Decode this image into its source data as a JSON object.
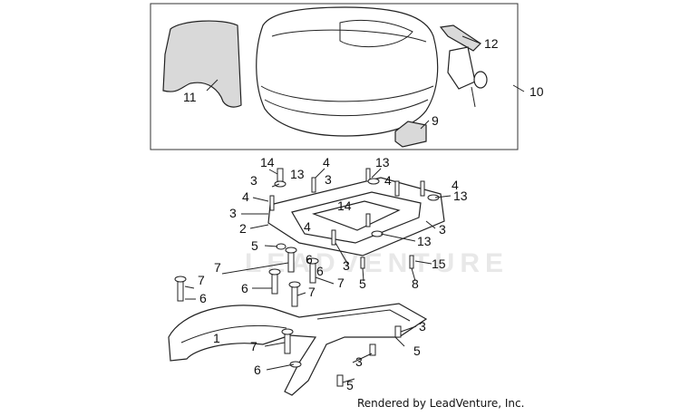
{
  "diagram": {
    "watermark": "LEADVENTURE",
    "credit": "Rendered by LeadVenture, Inc.",
    "callouts": [
      {
        "id": "c11",
        "text": "11"
      },
      {
        "id": "c12",
        "text": "12"
      },
      {
        "id": "c10",
        "text": "10"
      },
      {
        "id": "c9",
        "text": "9"
      },
      {
        "id": "c14a",
        "text": "14"
      },
      {
        "id": "c13a",
        "text": "13"
      },
      {
        "id": "c3a",
        "text": "3"
      },
      {
        "id": "c4a",
        "text": "4"
      },
      {
        "id": "c3b",
        "text": "3"
      },
      {
        "id": "c4b",
        "text": "4"
      },
      {
        "id": "c13b",
        "text": "13"
      },
      {
        "id": "c4c",
        "text": "4"
      },
      {
        "id": "c4d",
        "text": "4"
      },
      {
        "id": "c13c",
        "text": "13"
      },
      {
        "id": "c3c",
        "text": "3"
      },
      {
        "id": "c14b",
        "text": "14"
      },
      {
        "id": "c2",
        "text": "2"
      },
      {
        "id": "c4e",
        "text": "4"
      },
      {
        "id": "c3d",
        "text": "3"
      },
      {
        "id": "c13d",
        "text": "13"
      },
      {
        "id": "c5a",
        "text": "5"
      },
      {
        "id": "c3e",
        "text": "3"
      },
      {
        "id": "c7a",
        "text": "7"
      },
      {
        "id": "c6a",
        "text": "6"
      },
      {
        "id": "c15",
        "text": "15"
      },
      {
        "id": "c7b",
        "text": "7"
      },
      {
        "id": "c6b",
        "text": "6"
      },
      {
        "id": "c7c",
        "text": "7"
      },
      {
        "id": "c5b",
        "text": "5"
      },
      {
        "id": "c8",
        "text": "8"
      },
      {
        "id": "c6c",
        "text": "6"
      },
      {
        "id": "c7d",
        "text": "7"
      },
      {
        "id": "c6d",
        "text": "6"
      },
      {
        "id": "c1",
        "text": "1"
      },
      {
        "id": "c3f",
        "text": "3"
      },
      {
        "id": "c5c",
        "text": "5"
      },
      {
        "id": "c7e",
        "text": "7"
      },
      {
        "id": "c6e",
        "text": "6"
      },
      {
        "id": "c3g",
        "text": "3"
      },
      {
        "id": "c5d",
        "text": "5"
      }
    ]
  }
}
